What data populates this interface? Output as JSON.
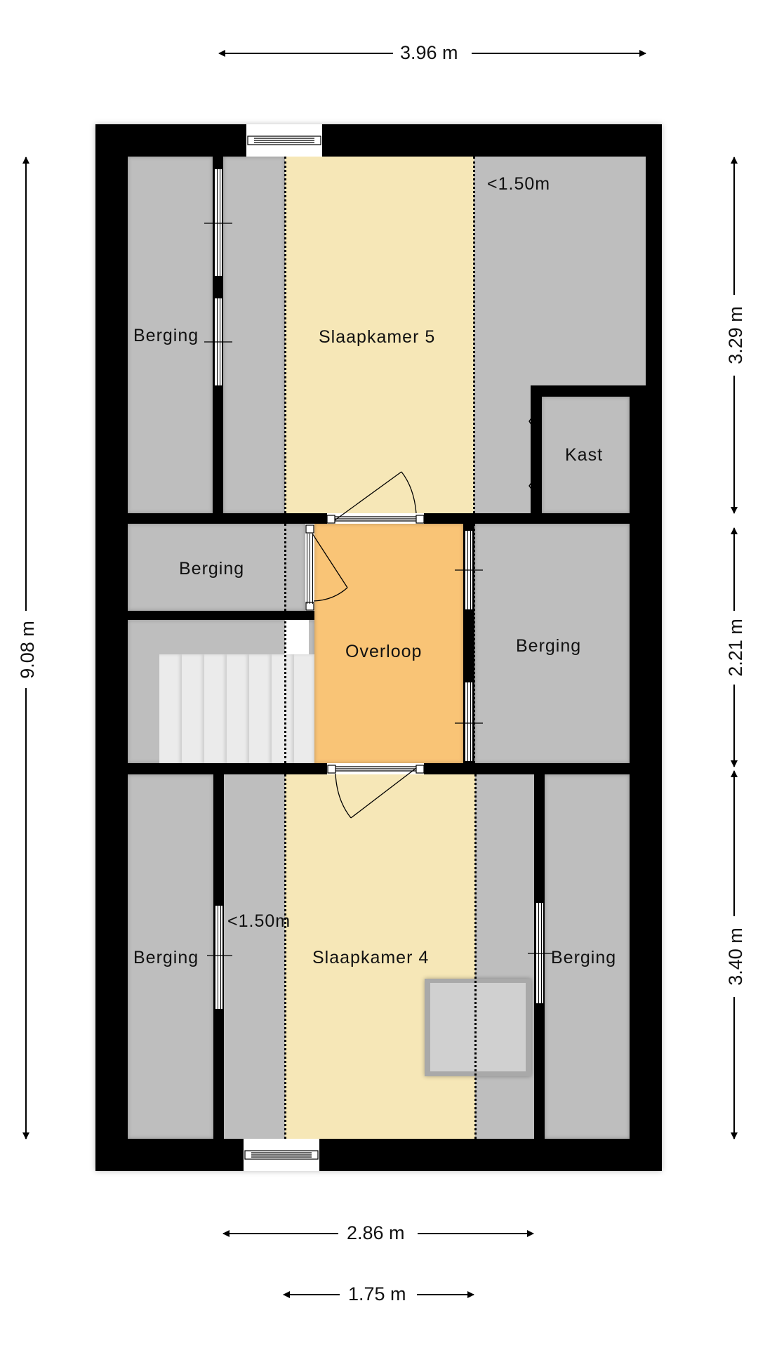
{
  "floorplan": {
    "dimensions": {
      "top": "3.96 m",
      "left": "9.08 m",
      "right_top": "3.29 m",
      "right_middle": "2.21 m",
      "right_bottom": "3.40 m",
      "bottom_outer": "2.86 m",
      "bottom_inner": "1.75 m"
    },
    "rooms": {
      "slaapkamer5": "Slaapkamer 5",
      "slaapkamer4": "Slaapkamer 4",
      "overloop": "Overloop",
      "kast": "Kast",
      "berging_top_left": "Berging",
      "berging_middle_left": "Berging",
      "berging_middle_right": "Berging",
      "berging_bottom_left": "Berging",
      "berging_bottom_right": "Berging"
    },
    "annotations": {
      "height_top": "<1.50m",
      "height_bottom": "<1.50m"
    },
    "colors": {
      "wall": "#000000",
      "storage": "#bebebe",
      "bedroom": "#f6e7b7",
      "landing": "#f9c476",
      "stairs": "#ebebeb"
    }
  }
}
